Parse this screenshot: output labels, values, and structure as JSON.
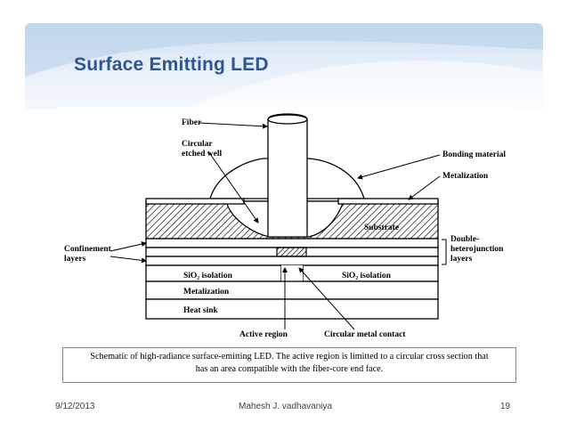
{
  "slide": {
    "title": "Surface Emitting LED",
    "caption_line1": "Schematic of high-radiance surface-emitting LED. The active region is limitted to a circular cross section that",
    "caption_line2": "has an area compatible with the fiber-core end face.",
    "footer_date": "9/12/2013",
    "footer_author": "Mahesh J. vadhavaniya",
    "footer_page": "19"
  },
  "diagram": {
    "labels": {
      "fiber": "Fiber",
      "circular": "Circular",
      "etched_well": "etched well",
      "bonding_material": "Bonding material",
      "metalization_top": "Metalization",
      "substrate": "Substrate",
      "double": "Double-",
      "heterojunction": "heterojunction",
      "layers_right": "layers",
      "confinement": "Confinement",
      "layers_left": "layers",
      "sio2_left": "SiO₂ isolation",
      "sio2_right": "SiO₂ isolation",
      "metalization_bottom": "Metalization",
      "heat_sink": "Heat sink",
      "active_region": "Active region",
      "circular_metal_contact": "Circular metal contact"
    }
  },
  "colors": {
    "title": "#2f5496",
    "banner_top": "#cfe0f1",
    "footer_text": "#404040"
  }
}
